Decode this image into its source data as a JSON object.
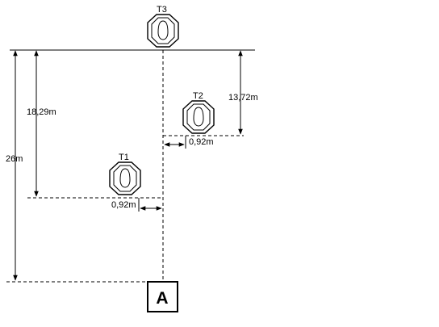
{
  "targets": [
    {
      "id": "T3",
      "label": "T3"
    },
    {
      "id": "T2",
      "label": "T2"
    },
    {
      "id": "T1",
      "label": "T1"
    }
  ],
  "dimensions": {
    "total_distance": "26m",
    "t1_distance": "18,29m",
    "t2_distance": "13,72m",
    "t2_offset": "0,92m",
    "t1_offset": "0,92m"
  },
  "start_box": {
    "label": "A"
  },
  "colors": {
    "line": "#000000",
    "background": "#ffffff"
  }
}
